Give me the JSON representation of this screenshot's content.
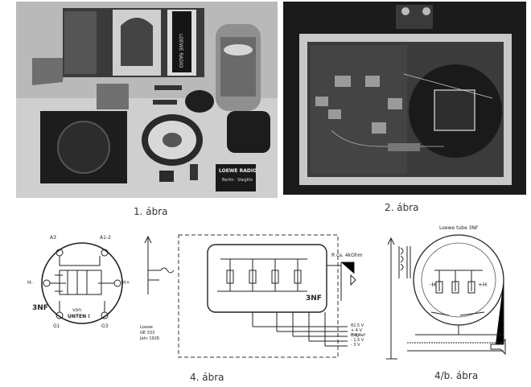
{
  "captions": {
    "fig1": "1. ábra",
    "fig2": "2. ábra",
    "fig4": "4. ábra",
    "fig4b": "4/b. ábra"
  },
  "photo1": {
    "box_brand": "LOEWE RADIO",
    "card_brand": "LOEWE RADIO",
    "card_city": "Berlin · Steglitz"
  },
  "schematic_left": {
    "tube_type": "3NF",
    "pins_top": [
      "A3",
      "A1-2"
    ],
    "pins_bottom": [
      "G1",
      "G3"
    ],
    "side_left": "H-",
    "side_right": "H+",
    "view_note_1": "von",
    "view_note_2": "UNTEN !"
  },
  "schematic_mid": {
    "tube_type": "3NF",
    "load_label": "R ca. 4kOhm",
    "maker_1": "Loewe",
    "maker_2": "OE 333",
    "maker_3": "Jahr 1926",
    "supply": [
      "82,5 V",
      "+ 4 V Hdg",
      "0 V Ref",
      "- 1,5 V",
      "- 3 V"
    ]
  },
  "schematic_right": {
    "title": "Loewe tube 3NF",
    "minus_label": "-H",
    "plus_label": "+H"
  }
}
